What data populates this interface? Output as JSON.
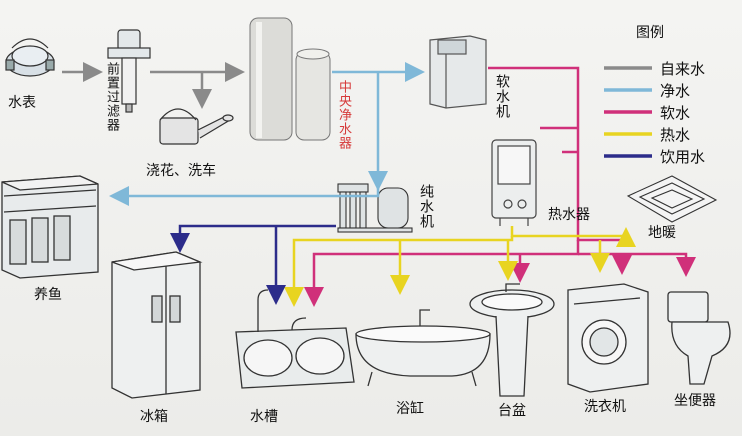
{
  "legend": {
    "title": "图例",
    "items": [
      {
        "label": "自来水",
        "color": "#8a8a8a"
      },
      {
        "label": "净水",
        "color": "#7fb8d8"
      },
      {
        "label": "软水",
        "color": "#d0307a"
      },
      {
        "label": "热水",
        "color": "#f2e33a"
      },
      {
        "label": "饮用水",
        "color": "#2c2c8a"
      }
    ]
  },
  "labels": {
    "water_meter": "水表",
    "pre_filter": "前置过滤器",
    "central_purifier": "中央净水器",
    "softener": "软水机",
    "watering": "浇花、洗车",
    "fish": "养鱼",
    "pure_water": "纯水机",
    "water_heater": "热水器",
    "floor_heating": "地暖",
    "fridge": "冰箱",
    "sink": "水槽",
    "bathtub": "浴缸",
    "basin": "台盆",
    "washer": "洗衣机",
    "toilet": "坐便器"
  }
}
